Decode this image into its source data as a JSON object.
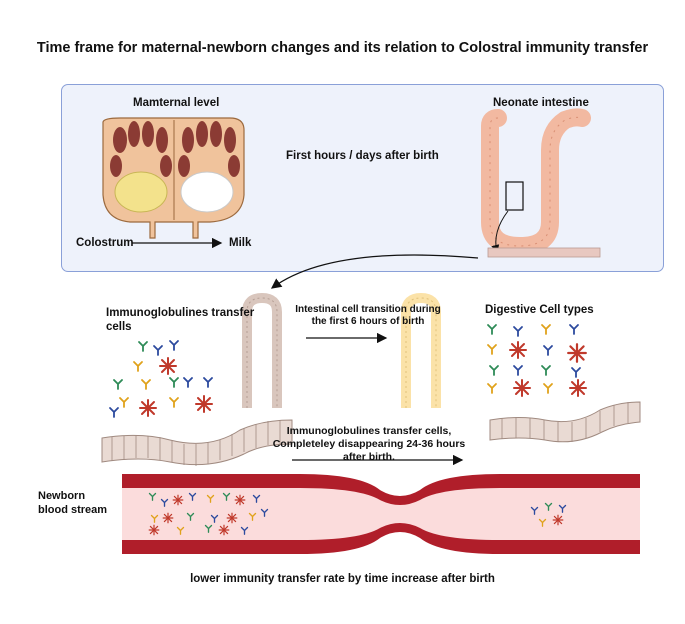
{
  "title": "Time frame for maternal-newborn changes and its relation to Colostral immunity transfer",
  "panel": {
    "maternal_level": "Mamternal level",
    "neonate_intestine": "Neonate intestine",
    "first_hours": "First hours / days after birth",
    "colostrum": "Colostrum",
    "milk": "Milk"
  },
  "middle": {
    "ig_transfer_cells": "Immunoglobulines transfer cells",
    "transition": "Intestinal cell transition during the first 6 hours of birth",
    "digestive_cell_types": "Digestive Cell types",
    "disappearing": "Immunoglobulines transfer cells, Completeley disappearing  24-36 hours after birth."
  },
  "blood": {
    "label": "Newborn blood stream"
  },
  "caption": "lower immunity transfer rate by time increase after birth",
  "colors": {
    "panel_bg": "#eef2fb",
    "panel_border": "#8aa0d8",
    "intestine": "#f2b9a1",
    "intestine_faded": "#fbe2a8",
    "vessel_wall": "#b01e2a",
    "vessel_lumen": "#fbdcdc",
    "antibody_red": "#c0392b",
    "antibody_blue": "#2c4a9e",
    "antibody_green": "#2e8b57",
    "antibody_yellow": "#e0a21b"
  }
}
